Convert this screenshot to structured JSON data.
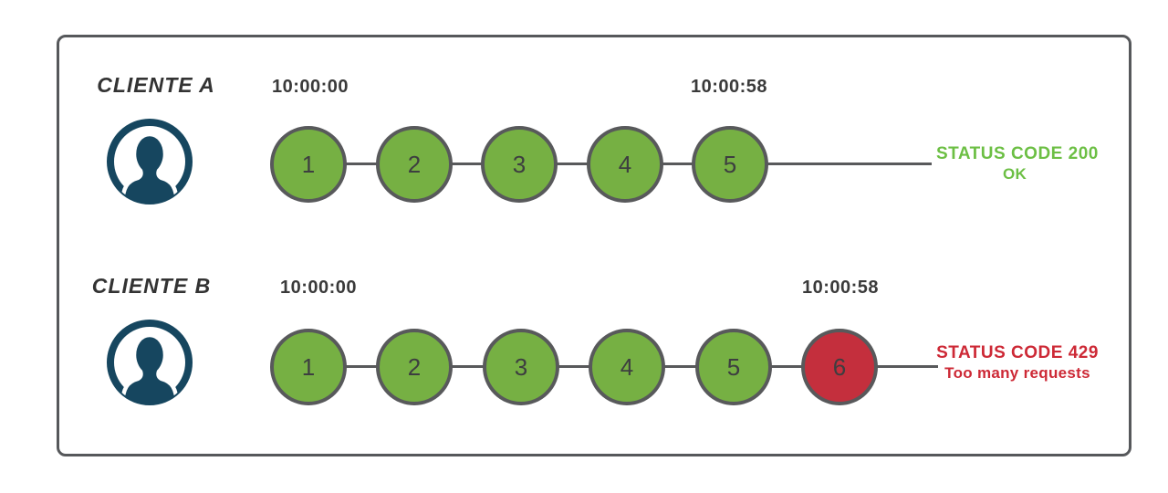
{
  "colors": {
    "success": "#76b043",
    "error": "#c42f3d",
    "success_text": "#6cbf44",
    "error_text": "#cd2936",
    "line": "#58595b",
    "frame": "#56585b",
    "icon": "#16465f",
    "text_dark": "#333333",
    "timestamp": "#3a3a3a"
  },
  "rows": [
    {
      "client": "CLIENTE A",
      "start_time": "10:00:00",
      "end_time": "10:00:58",
      "requests": [
        "1",
        "2",
        "3",
        "4",
        "5"
      ],
      "status": {
        "code_line": "STATUS CODE 200",
        "message_line": "OK"
      }
    },
    {
      "client": "CLIENTE B",
      "start_time": "10:00:00",
      "end_time": "10:00:58",
      "requests": [
        "1",
        "2",
        "3",
        "4",
        "5",
        "6"
      ],
      "status": {
        "code_line": "STATUS CODE 429",
        "message_line": "Too many requests"
      }
    }
  ]
}
